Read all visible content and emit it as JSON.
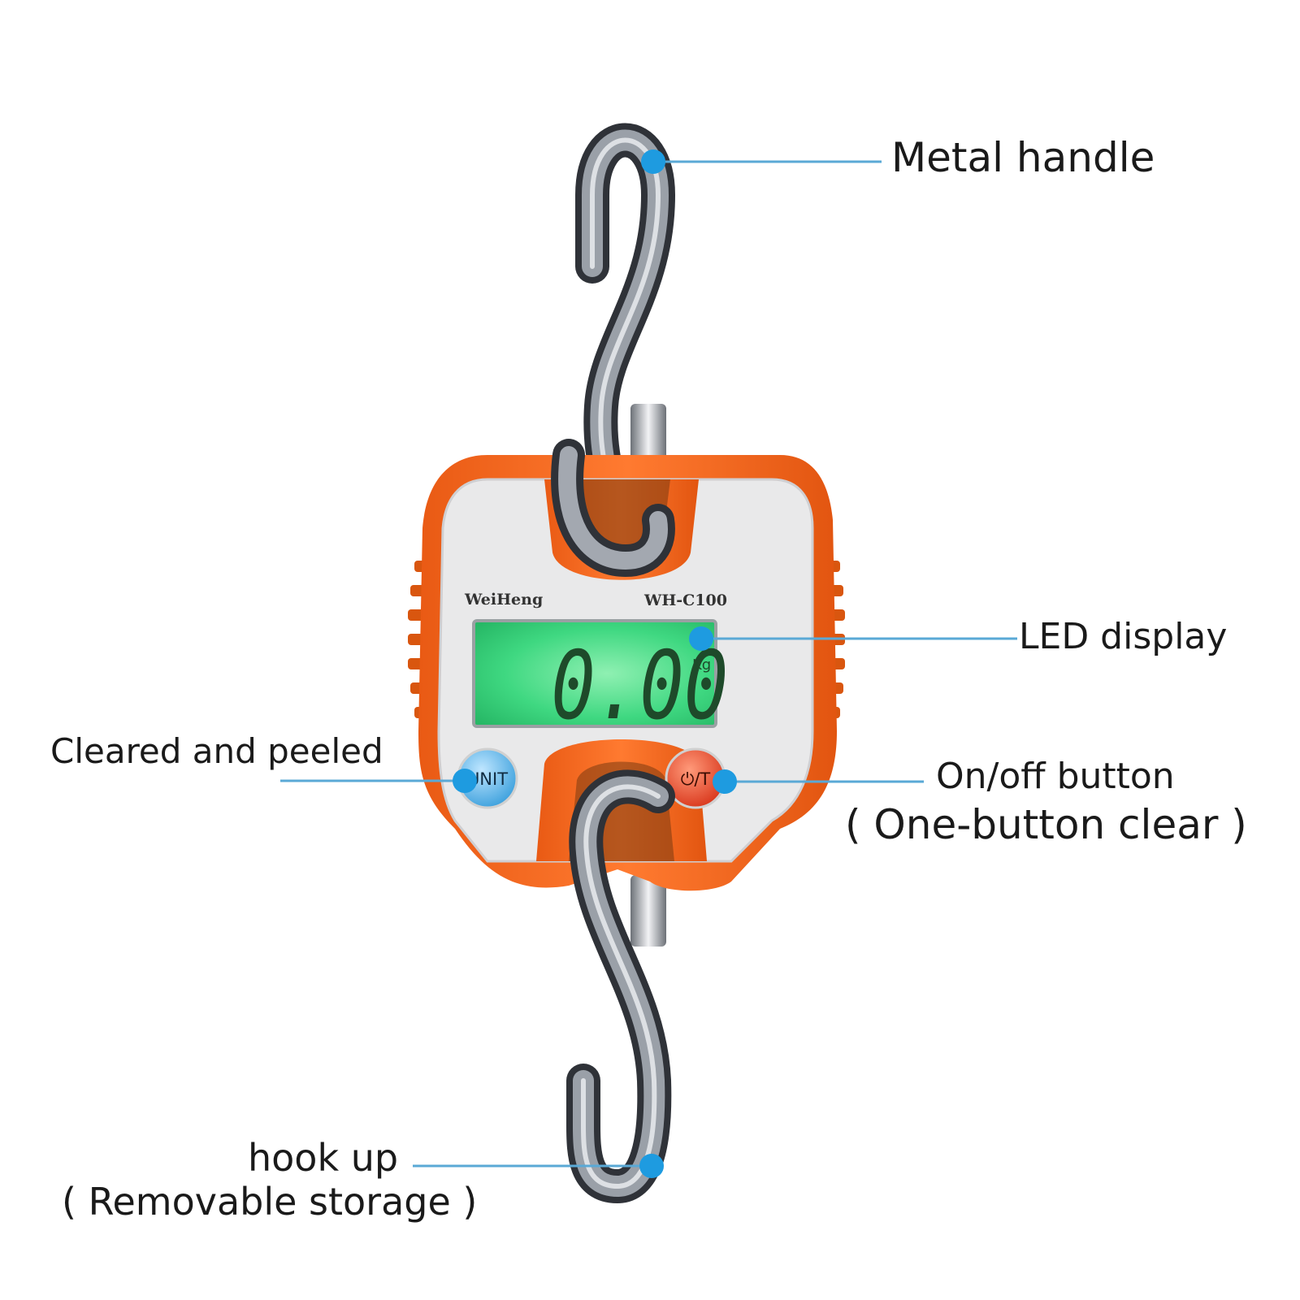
{
  "product": {
    "brand": "WeiHeng",
    "model": "WH-C100",
    "display_reading": "0.00",
    "display_unit": "Kg",
    "unit_button_label": "UNIT",
    "power_button_label": "⏻/T"
  },
  "callouts": {
    "metal_handle": "Metal handle",
    "led_display": "LED display",
    "cleared_peeled": "Cleared and peeled",
    "onoff_line1": "On/off button",
    "onoff_line2": "( One-button clear )",
    "hook_line1": "hook up",
    "hook_line2": "( Removable storage )"
  },
  "colors": {
    "body_orange": "#f26a21",
    "face_silver": "#e9e9e9",
    "lcd_green": "#4fe08a",
    "callout_line": "#5aa9d6",
    "callout_dot": "#1e9be0",
    "unit_button": "#5ab4e8",
    "power_button": "#e8421f"
  }
}
